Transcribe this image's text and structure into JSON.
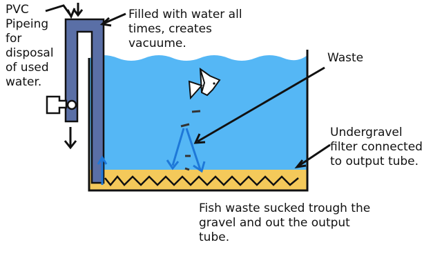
{
  "labels": {
    "pvc": "PVC\nPipeing\nfor\ndisposal\nof used\nwater.",
    "filled": "Filled with water all\ntimes, creates\nvacuume.",
    "waste": "Waste",
    "undergravel": "Undergravel\nfilter connected\nto output tube.",
    "sucked": "Fish waste sucked trough the\ngravel and out the output\ntube."
  },
  "colors": {
    "water": "#55b7f5",
    "gravel": "#f4c95a",
    "pipe": "#5a6fa6",
    "arrows": "#1e78d8",
    "outline": "#111111"
  },
  "icons": [
    "fish-icon",
    "valve-icon"
  ]
}
